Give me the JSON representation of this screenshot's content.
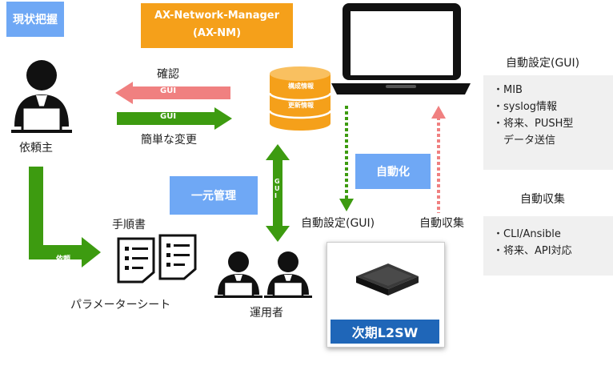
{
  "tags": {
    "current_status": "現状把握",
    "automation": "自動化",
    "unified_management": "一元管理"
  },
  "manager": {
    "line1": "AX-Network-Manager",
    "line2": "(AX-NM)"
  },
  "db": {
    "config_info": "構成情報",
    "update_info": "更新情報"
  },
  "labels": {
    "requester": "依頼主",
    "confirm": "確認",
    "easy_change": "簡単な変更",
    "gui": "GUI",
    "request": "依頼",
    "procedure": "手順書",
    "parameter_sheet": "パラメーターシート",
    "operator": "運用者",
    "auto_setting": "自動設定(GUI)",
    "auto_collect": "自動収集",
    "device": "次期L2SW"
  },
  "panel_gui": {
    "title": "自動設定(GUI)",
    "items": [
      "・MIB",
      "・syslog情報",
      "・将来、PUSH型",
      "　データ送信"
    ]
  },
  "panel_collect": {
    "title": "自動収集",
    "items": [
      "・CLI/Ansible",
      "・将来、API対応"
    ]
  },
  "colors": {
    "green": "#3d9b10",
    "pink": "#f08080",
    "blue_tag": "#6fa8f5",
    "orange": "#f5a01a",
    "device_label": "#1f66b8"
  }
}
